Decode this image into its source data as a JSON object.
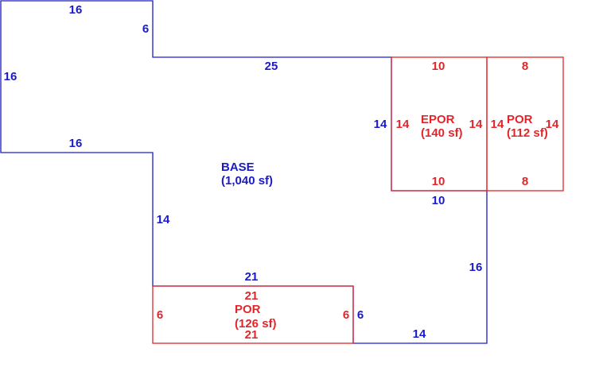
{
  "colors": {
    "base": "#1a1acc",
    "addition": "#e0262b",
    "background": "#ffffff"
  },
  "base": {
    "label": "BASE",
    "area": "(1,040 sf)",
    "dims": {
      "top_left": "16",
      "left_step": "6",
      "left_side": "16",
      "left_bottom": "16",
      "top_middle": "25",
      "epor_side": "14",
      "epor_bottom": "10",
      "lower_left": "14",
      "por_top": "21",
      "por_right": "6",
      "bottom_right": "14",
      "right_side": "16"
    }
  },
  "epor": {
    "label": "EPOR",
    "area": "(140 sf)",
    "dims": {
      "top": "10",
      "bottom": "10",
      "left": "14",
      "right": "14"
    }
  },
  "por_right": {
    "label": "POR",
    "area": "(112 sf)",
    "dims": {
      "top": "8",
      "bottom": "8",
      "left": "14",
      "right": "14"
    }
  },
  "por_bottom": {
    "label": "POR",
    "area": "(126 sf)",
    "dims": {
      "top": "21",
      "bottom": "21",
      "left": "6",
      "right": "6"
    }
  }
}
